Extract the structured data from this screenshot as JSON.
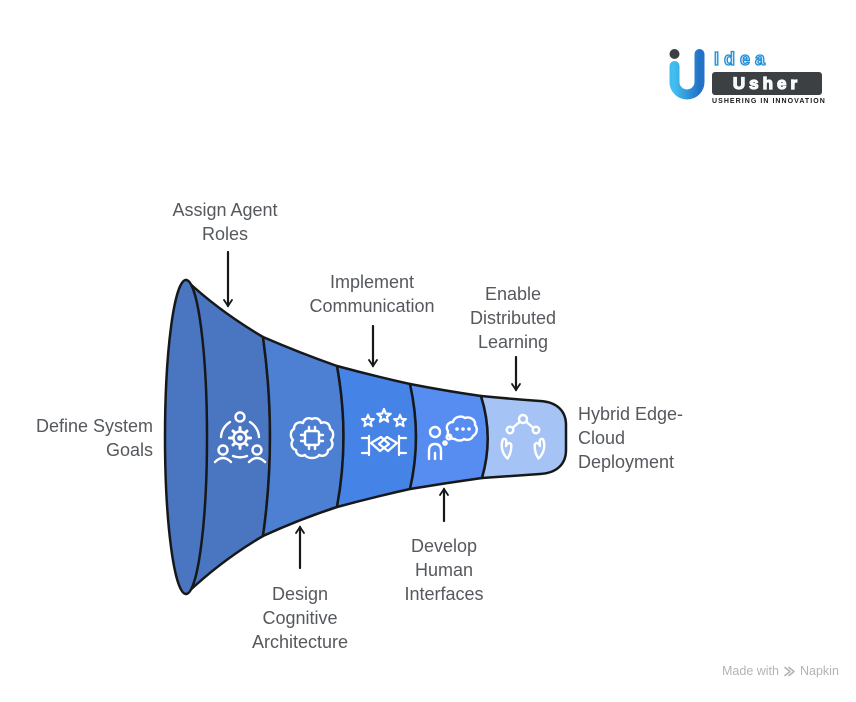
{
  "logo": {
    "word1": "Idea",
    "word2": "Usher",
    "tagline": "USHERING IN INNOVATION",
    "accent_blue": "#2a9fe0",
    "dark": "#3c4043"
  },
  "funnel": {
    "outline_color": "#17181a",
    "icon_stroke": "#ffffff",
    "segments": [
      {
        "color": "#4a75c0",
        "icon": "agents-gear-icon"
      },
      {
        "color": "#4d80d2",
        "icon": "brain-chip-icon"
      },
      {
        "color": "#4583e7",
        "icon": "handshake-stars-icon"
      },
      {
        "color": "#578cf1",
        "icon": "person-thought-icon"
      },
      {
        "color": "#a6c3f5",
        "icon": "hands-network-icon"
      }
    ]
  },
  "steps": [
    {
      "label": "Define System\nGoals"
    },
    {
      "label": "Assign Agent\nRoles"
    },
    {
      "label": "Design\nCognitive\nArchitecture"
    },
    {
      "label": "Implement\nCommunication"
    },
    {
      "label": "Develop\nHuman\nInterfaces"
    },
    {
      "label": "Enable\nDistributed\nLearning"
    },
    {
      "label": "Hybrid Edge-\nCloud\nDeployment"
    }
  ],
  "watermark": {
    "prefix": "Made with",
    "brand": "Napkin"
  }
}
